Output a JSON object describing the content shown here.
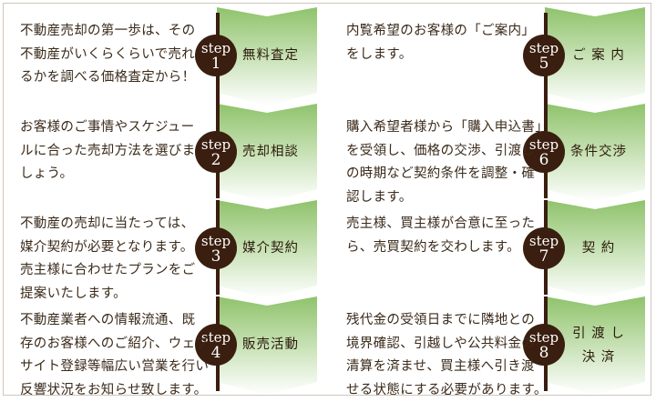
{
  "left": [
    {
      "word": "step",
      "num": "1",
      "title": "無料査定",
      "desc": [
        "不動産売却の第一歩は、その",
        "不動産がいくらくらいで売れ",
        "るかを調べる価格査定から！"
      ]
    },
    {
      "word": "step",
      "num": "2",
      "title": "売却相談",
      "desc": [
        "お客様のご事情やスケジュー",
        "ルに合った売却方法を選びま",
        "しょう。"
      ]
    },
    {
      "word": "step",
      "num": "3",
      "title": "媒介契約",
      "desc": [
        "不動産の売却に当たっては、",
        "媒介契約が必要となります。",
        "売主様に合わせたプランをご",
        "提案いたします。"
      ]
    },
    {
      "word": "step",
      "num": "4",
      "title": "販売活動",
      "desc": [
        "不動産業者への情報流通、既",
        "存のお客様へのご紹介、ウェブ",
        "サイト登録等幅広い営業を行い",
        "反響状況をお知らせ致します。"
      ]
    }
  ],
  "right": [
    {
      "word": "step",
      "num": "5",
      "title": "ご 案 内",
      "desc": [
        "内覧希望のお客様の「ご案内」",
        "をします。"
      ]
    },
    {
      "word": "step",
      "num": "6",
      "title": "条件交渉",
      "desc": [
        "購入希望者様から「購入申込書」",
        "を受領し、価格の交渉、引渡し",
        "の時期など契約条件を調整・確",
        "認します。"
      ]
    },
    {
      "word": "step",
      "num": "7",
      "title": "契 約",
      "desc": [
        "売主様、買主様が合意に至った",
        "ら、売買契約を交わします。"
      ]
    },
    {
      "word": "step",
      "num": "8",
      "title": [
        "引 渡 し",
        "決 済"
      ],
      "desc": [
        "残代金の受領日までに隣地との",
        "境界確認、引越しや公共料金の",
        "清算を済ませ、買主様へ引き渡",
        "せる状態にする必要があります。"
      ]
    }
  ],
  "colors": {
    "green_top": "#8fc36b",
    "green_bottom": "#ffffff",
    "badge": "#3a1e0f"
  }
}
